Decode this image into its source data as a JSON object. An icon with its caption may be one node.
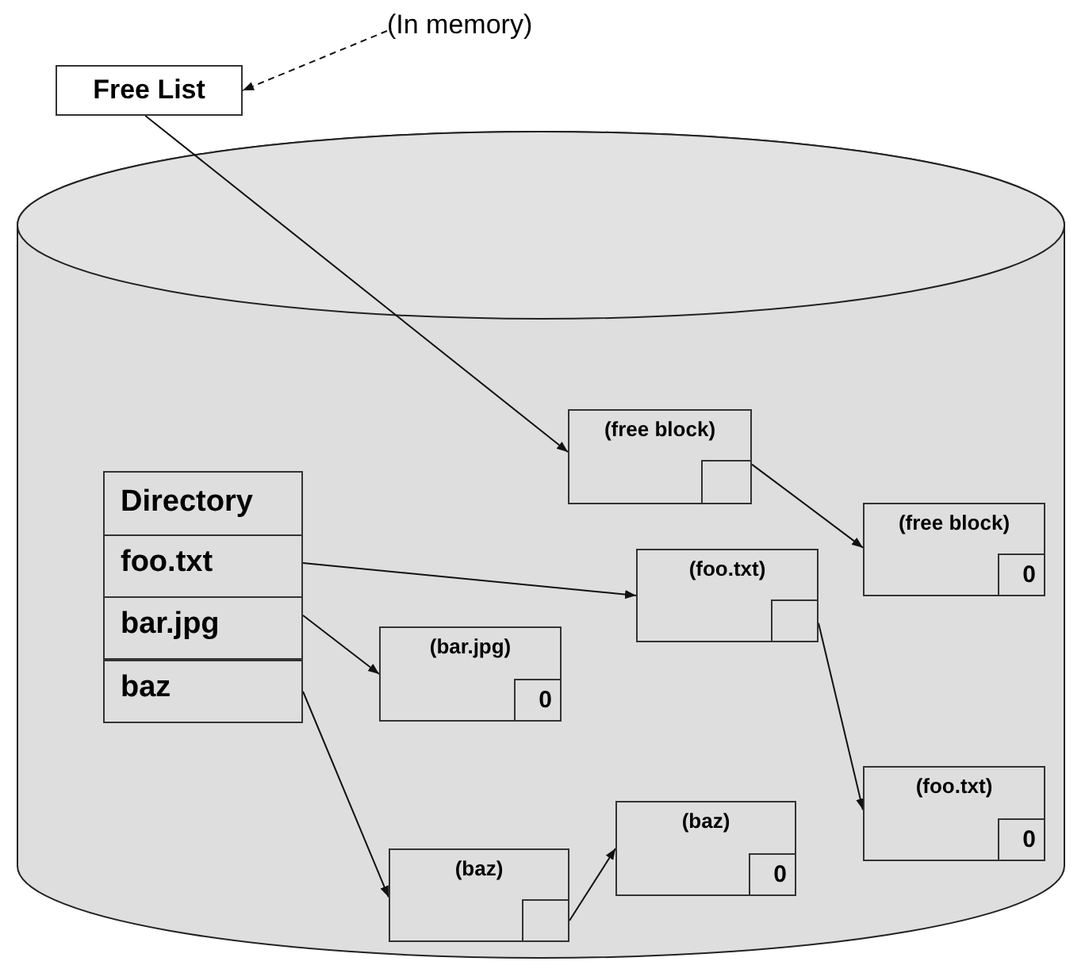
{
  "diagram": {
    "nodes": [
      {
        "text": [
          "Free List"
        ]
      },
      {
        "text": [
          "(In memory)"
        ]
      },
      {
        "text": [],
        "shape": "cylinder"
      },
      {
        "text": [
          "Directory"
        ],
        "in": 2
      },
      {
        "text": [
          "foo.txt"
        ],
        "in": 3
      },
      {
        "text": [
          "bar.jpg"
        ],
        "in": 3
      },
      {
        "text": [
          "baz"
        ],
        "in": 3
      },
      {
        "text": [
          "(free block)"
        ],
        "in": 2
      },
      {
        "text": [],
        "shape": "box",
        "in": 7
      },
      {
        "text": [
          "(free block)",
          "0"
        ],
        "in": 2
      },
      {
        "text": [
          "(foo.txt)"
        ],
        "in": 2
      },
      {
        "text": [],
        "shape": "box",
        "in": 10
      },
      {
        "text": [
          "(bar.jpg)",
          "0"
        ],
        "in": 2
      },
      {
        "text": [
          "(foo.txt)",
          "0"
        ],
        "in": 2
      },
      {
        "text": [
          "(baz)",
          "0"
        ],
        "in": 2
      },
      {
        "text": [
          "(baz)"
        ],
        "in": 2
      },
      {
        "text": [],
        "shape": "box",
        "in": 15
      }
    ],
    "edges": [
      {
        "from": 1,
        "to": 0,
        "arrow": "to",
        "style": "dashed"
      },
      {
        "from": 0,
        "to": 7,
        "arrow": "to"
      },
      {
        "from": 8,
        "to": 9,
        "arrow": "to"
      },
      {
        "from": 4,
        "to": 10,
        "arrow": "to"
      },
      {
        "from": 5,
        "to": 12,
        "arrow": "to"
      },
      {
        "from": 6,
        "to": 15,
        "arrow": "to"
      },
      {
        "from": 11,
        "to": 13,
        "arrow": "to"
      },
      {
        "from": 16,
        "to": 14,
        "arrow": "to"
      }
    ]
  }
}
